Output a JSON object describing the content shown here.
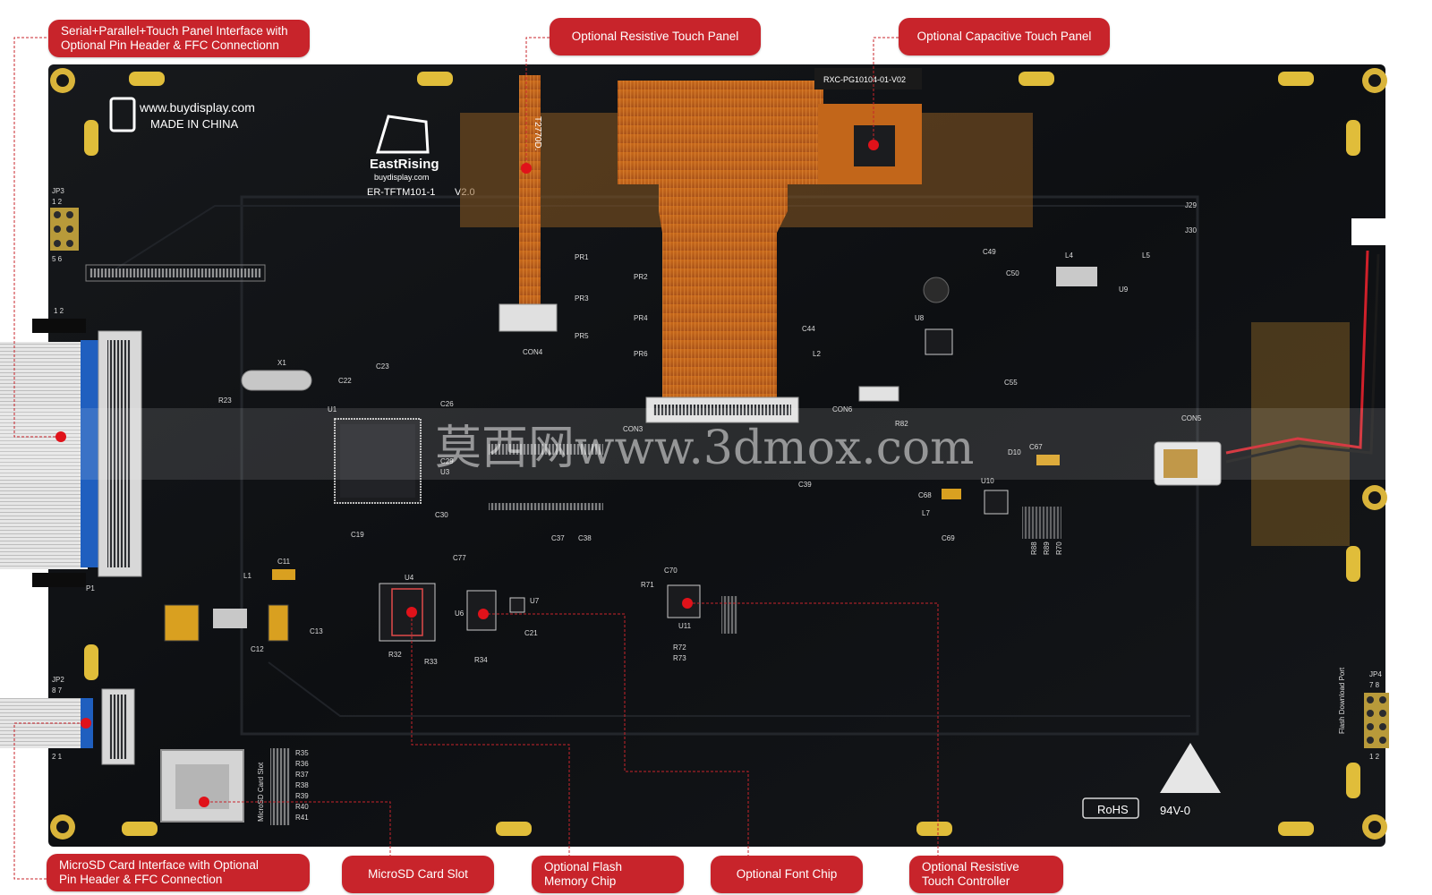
{
  "callouts": {
    "serial_parallel": "Serial+Parallel+Touch Panel Interface with\nOptional Pin Header & FFC Connectionn",
    "resistive_panel": "Optional Resistive Touch Panel",
    "capacitive_panel": "Optional Capacitive Touch Panel",
    "microsd_interface": "MicroSD Card Interface with Optional\nPin Header & FFC Connection",
    "microsd_slot": "MicroSD Card Slot",
    "flash_chip": "Optional Flash\nMemory Chip",
    "font_chip": "Optional Font Chip",
    "resistive_controller": "Optional Resistive\nTouch Controller"
  },
  "board": {
    "website": "www.buydisplay.com",
    "made_in": "MADE IN CHINA",
    "brand": "EastRising",
    "brand_url": "buydisplay.com",
    "model": "ER-TFTM101-1",
    "version": "V2.0",
    "fpc_code": "T2770D.",
    "cap_fpc_code": "RXC-PG10104-01-V02",
    "rohs": "RoHS",
    "ul": "94V-0",
    "flash_port": "Flash Download Port",
    "microsd_label": "MicroSD Card Slot",
    "watermark": "莫西网www.3dmox.com",
    "silkscreen": {
      "jp3": "JP3",
      "jp2": "JP2",
      "jp4": "JP4",
      "jp3_pins": "1 2",
      "jp3_pins_b": "5 6",
      "jp2_pins": "8 7",
      "jp2_pins_b": "2 1",
      "jp4_pins": "7 8",
      "jp4_pins_b": "1 2",
      "con4": "CON4",
      "con3": "CON3",
      "con5": "CON5",
      "con6": "CON6",
      "u1": "U1",
      "u3": "U3",
      "u4": "U4",
      "u6": "U6",
      "u7": "U7",
      "u8": "U8",
      "u9": "U9",
      "u10": "U10",
      "u11": "U11",
      "x1": "X1",
      "p1": "P1",
      "l1": "L1",
      "l2": "L2",
      "l4": "L4",
      "l5": "L5",
      "l7": "L7",
      "pr1": "PR1",
      "pr2": "PR2",
      "pr3": "PR3",
      "pr4": "PR4",
      "pr5": "PR5",
      "pr6": "PR6",
      "r23": "R23",
      "r32": "R32",
      "r33": "R33",
      "r34": "R34",
      "r71": "R71",
      "r72": "R72",
      "r73": "R73",
      "r82": "R82",
      "r88": "R88",
      "r89": "R89",
      "r70": "R70",
      "c11": "C11",
      "c12": "C12",
      "c13": "C13",
      "c19": "C19",
      "c21": "C21",
      "c22": "C22",
      "c23": "C23",
      "c26": "C26",
      "c29": "C29",
      "c30": "C30",
      "c37": "C37",
      "c38": "C38",
      "c39": "C39",
      "c44": "C44",
      "c49": "C49",
      "c50": "C50",
      "c55": "C55",
      "c67": "C67",
      "c68": "C68",
      "c69": "C69",
      "c70": "C70",
      "c77": "C77",
      "j29": "J29",
      "j30": "J30",
      "d10": "D10"
    }
  }
}
